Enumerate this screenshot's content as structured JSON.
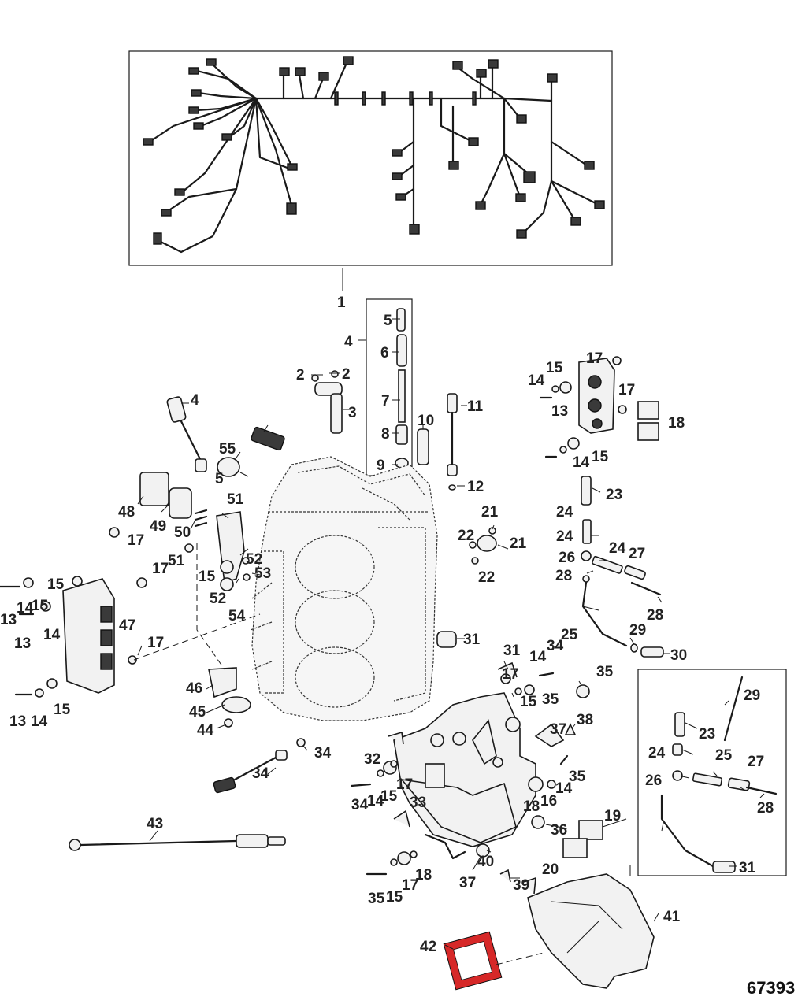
{
  "figure_number": "67393",
  "callouts": [
    "1",
    "2",
    "2",
    "3",
    "4",
    "4",
    "5",
    "5",
    "6",
    "7",
    "8",
    "9",
    "10",
    "11",
    "12",
    "13",
    "13",
    "13",
    "13",
    "14",
    "14",
    "14",
    "14",
    "14",
    "14",
    "14",
    "14",
    "15",
    "15",
    "15",
    "15",
    "15",
    "15",
    "15",
    "15",
    "15",
    "16",
    "17",
    "17",
    "17",
    "17",
    "17",
    "17",
    "17",
    "17",
    "18",
    "18",
    "18",
    "19",
    "20",
    "21",
    "21",
    "22",
    "22",
    "23",
    "23",
    "24",
    "24",
    "24",
    "24",
    "25",
    "25",
    "26",
    "26",
    "27",
    "27",
    "28",
    "28",
    "28",
    "29",
    "29",
    "30",
    "31",
    "31",
    "31",
    "32",
    "33",
    "34",
    "34",
    "34",
    "34",
    "35",
    "35",
    "35",
    "35",
    "36",
    "37",
    "37",
    "38",
    "39",
    "40",
    "41",
    "42",
    "43",
    "44",
    "45",
    "46",
    "47",
    "48",
    "49",
    "50",
    "51",
    "51",
    "52",
    "52",
    "53",
    "54",
    "55"
  ],
  "colors": {
    "line": "#1a1a1a",
    "label_red": "#d62828"
  }
}
